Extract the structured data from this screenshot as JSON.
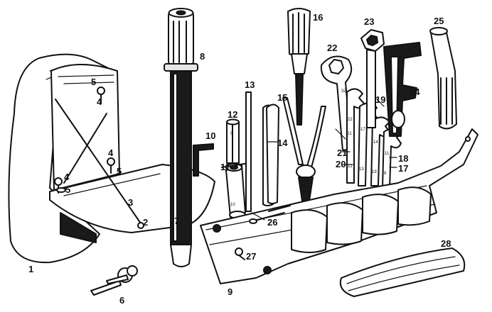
{
  "diagram": {
    "labels": {
      "l1": "1",
      "l2": "2",
      "l3": "3",
      "l4a": "4",
      "l4b": "4",
      "l4c": "4",
      "l5a": "5",
      "l5b": "5",
      "l5c": "5",
      "l6": "6",
      "l7": "7",
      "l8": "8",
      "l9": "9",
      "l10": "10",
      "l11": "11",
      "l12": "12",
      "l13": "13",
      "l14": "14",
      "l15": "15",
      "l16": "16",
      "l17": "17",
      "l18": "18",
      "l19": "19",
      "l20": "20",
      "l21": "21",
      "l22": "22",
      "l23": "23",
      "l24": "24",
      "l25": "25",
      "l26": "26",
      "l27": "27",
      "l28": "28"
    },
    "stamps": {
      "s32": "32",
      "s22": "22",
      "s17": "17",
      "s14": "14",
      "s11": "11",
      "s8": "8",
      "s9": "9",
      "s10": "10",
      "s12": "12",
      "s13": "13",
      "s19": "19",
      "s21": "21"
    }
  }
}
